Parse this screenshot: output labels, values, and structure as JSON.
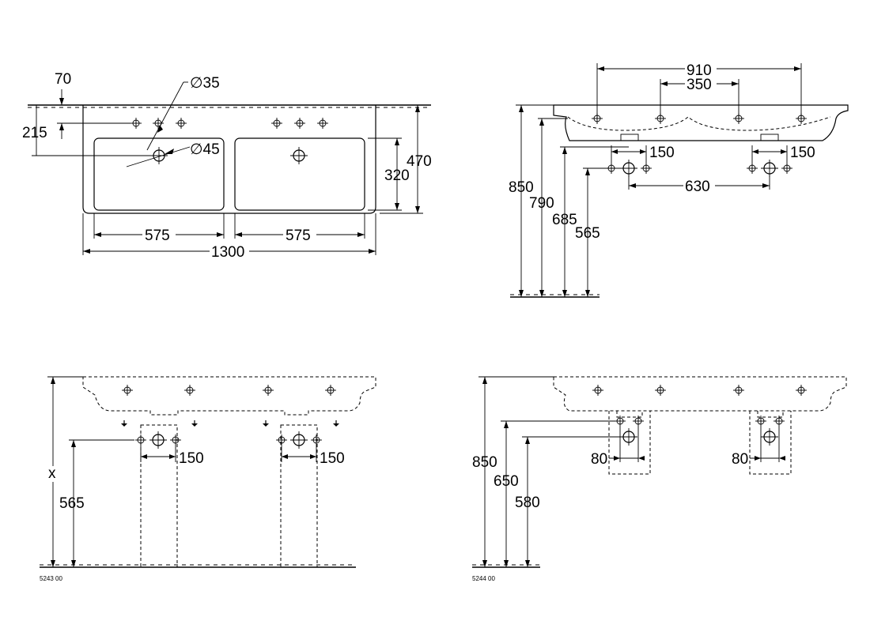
{
  "views": {
    "top": {
      "dims": {
        "d70": "70",
        "d215": "215",
        "dia35": "∅35",
        "dia45": "∅45",
        "d470": "470",
        "d320": "320",
        "d575a": "575",
        "d575b": "575",
        "d1300": "1300"
      }
    },
    "side": {
      "dims": {
        "d910": "910",
        "d350": "350",
        "d150a": "150",
        "d150b": "150",
        "d630": "630",
        "d850": "850",
        "d790": "790",
        "d685": "685",
        "d565": "565"
      }
    },
    "front_left": {
      "code": "5243 00",
      "dims": {
        "x": "x",
        "d565": "565",
        "d150a": "150",
        "d150b": "150"
      }
    },
    "front_right": {
      "code": "5244 00",
      "dims": {
        "d850": "850",
        "d650": "650",
        "d580": "580",
        "d80a": "80",
        "d80b": "80"
      }
    }
  }
}
